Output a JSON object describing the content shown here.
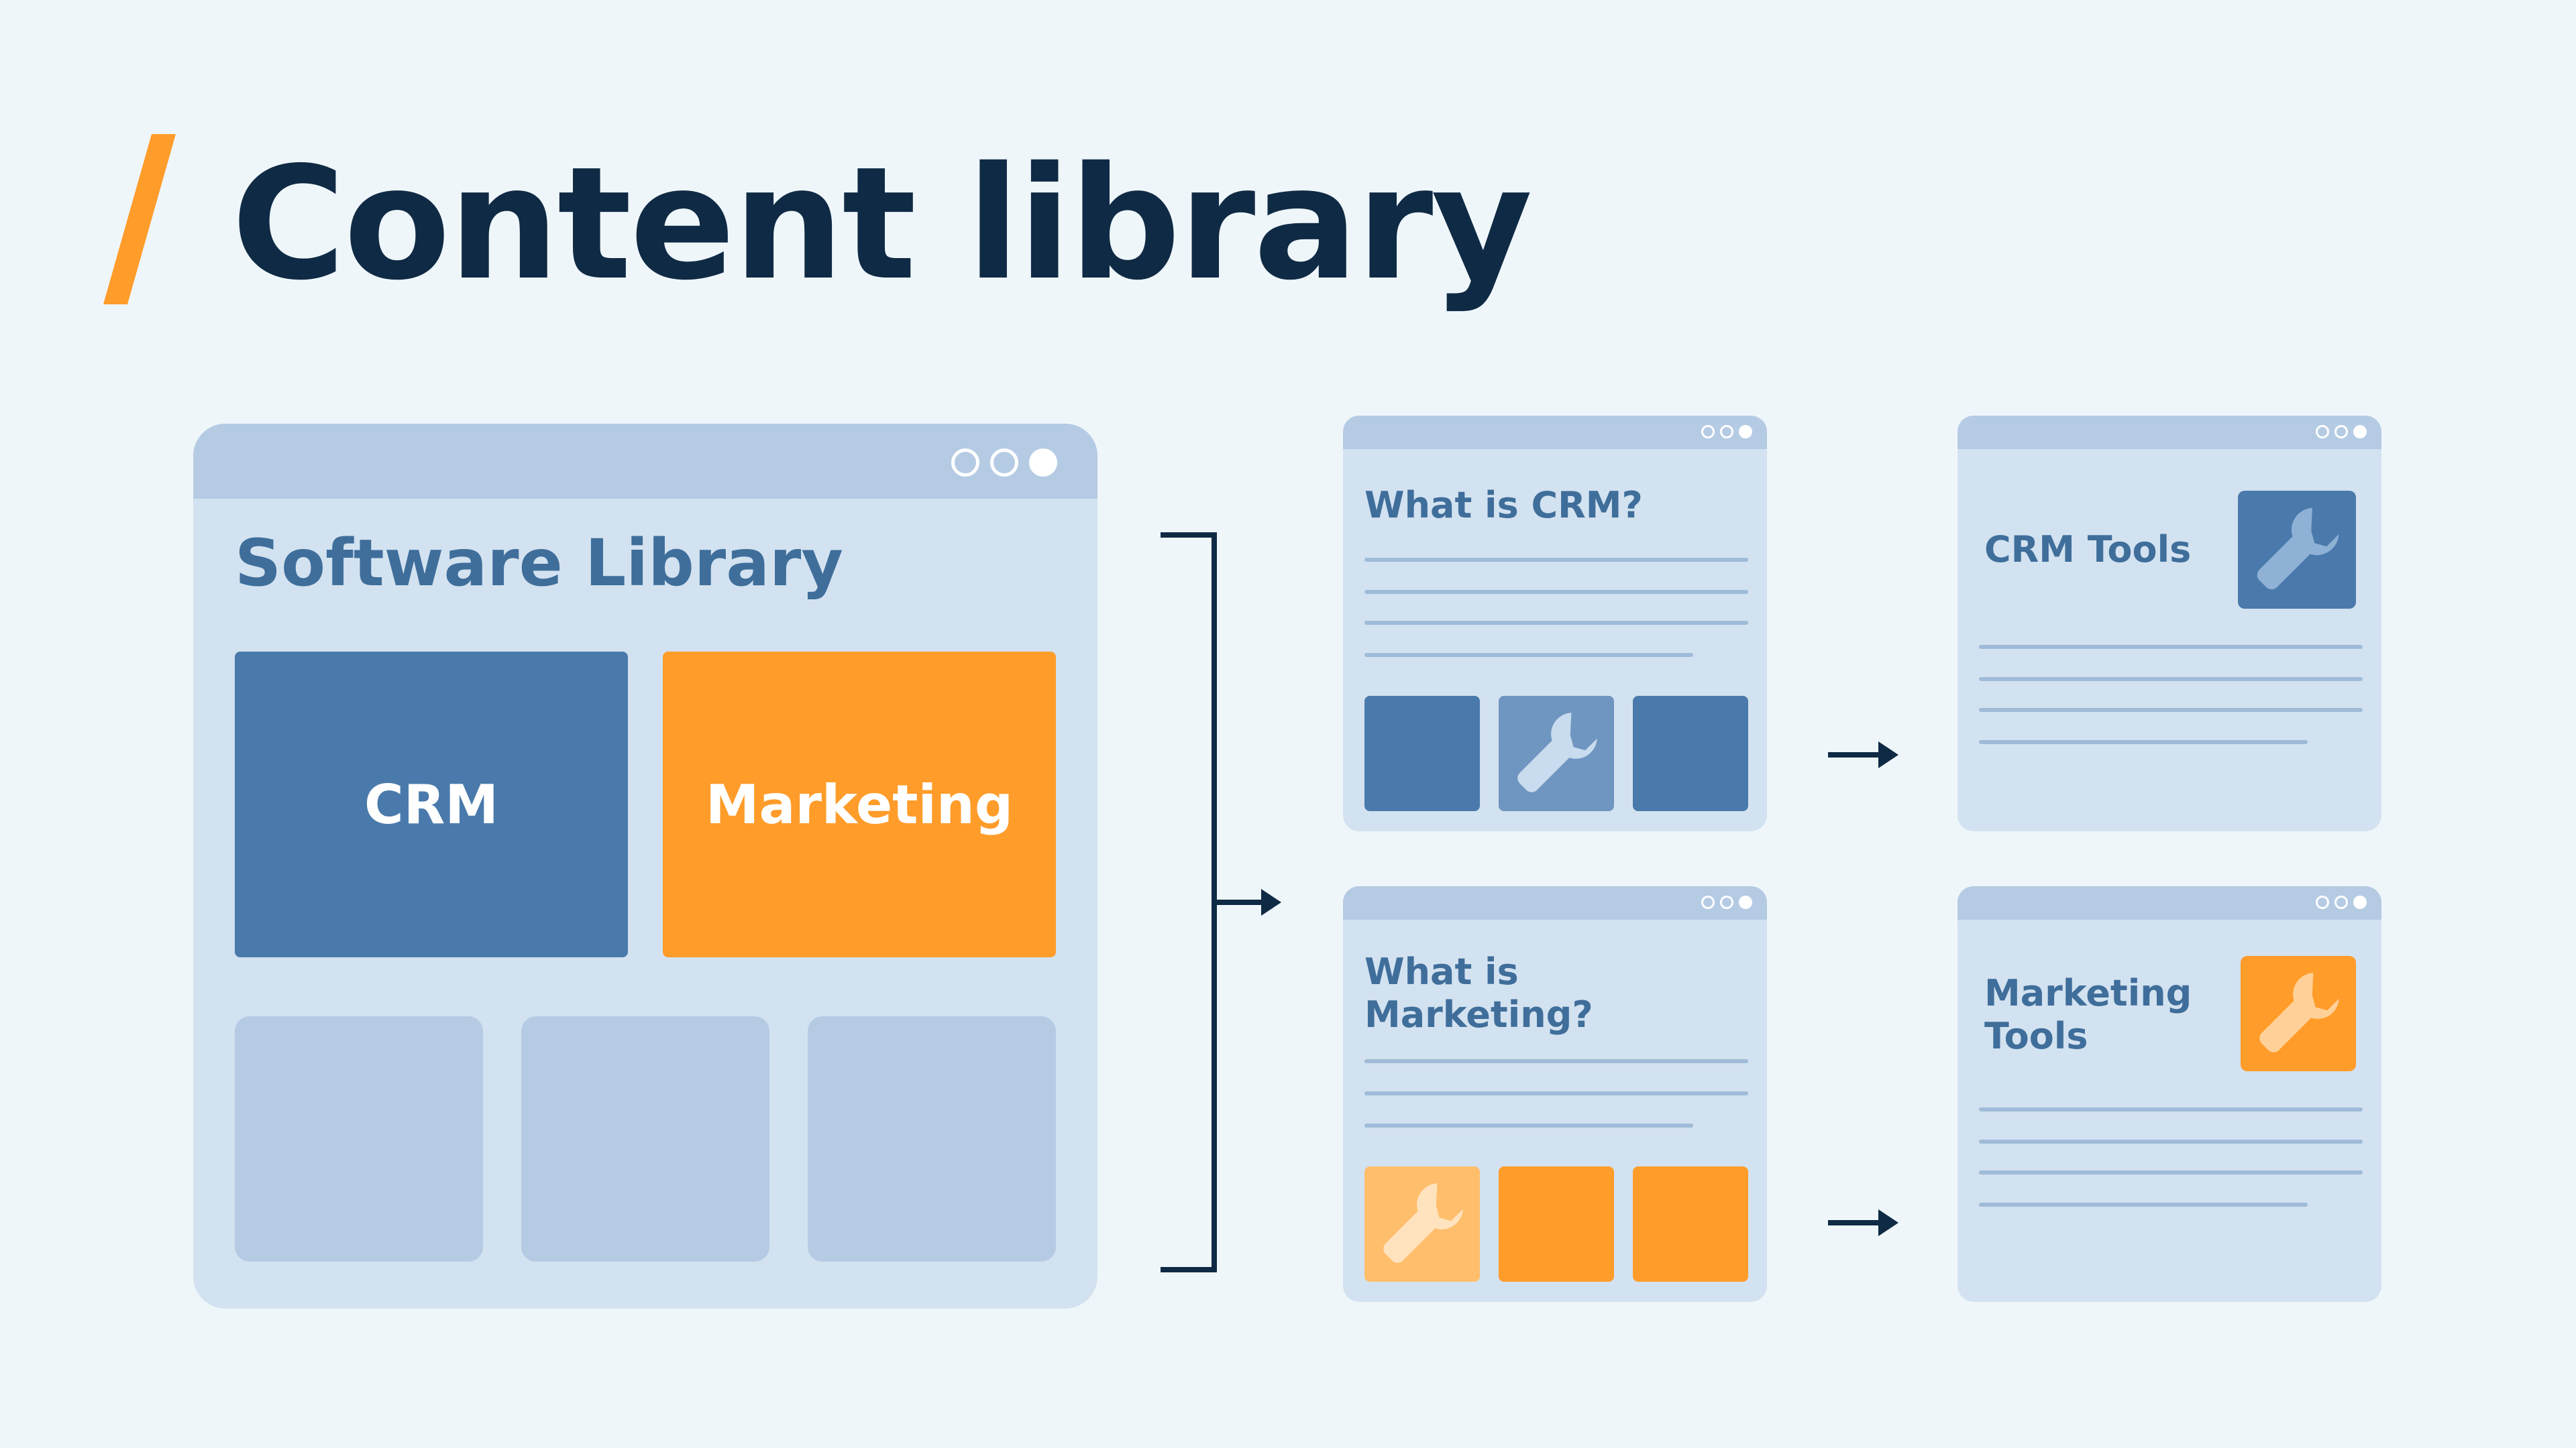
{
  "header": {
    "title": "Content library"
  },
  "library": {
    "title": "Software Library",
    "tiles": [
      "CRM",
      "Marketing"
    ]
  },
  "articles": [
    {
      "title": "What is CRM?",
      "theme": "blue"
    },
    {
      "title": "What is Marketing?",
      "theme": "orange"
    }
  ],
  "tools": [
    {
      "title": "CRM Tools",
      "theme": "blue"
    },
    {
      "title": "Marketing Tools",
      "theme": "orange"
    }
  ],
  "colors": {
    "background": "#eff6fa",
    "title_text": "#0f2a44",
    "accent_orange": "#ff9c2a",
    "accent_blue": "#4a7aab",
    "window_body": "#d3e2f0",
    "window_bar": "#b5cbe4",
    "window_text": "#3f6e9b"
  }
}
